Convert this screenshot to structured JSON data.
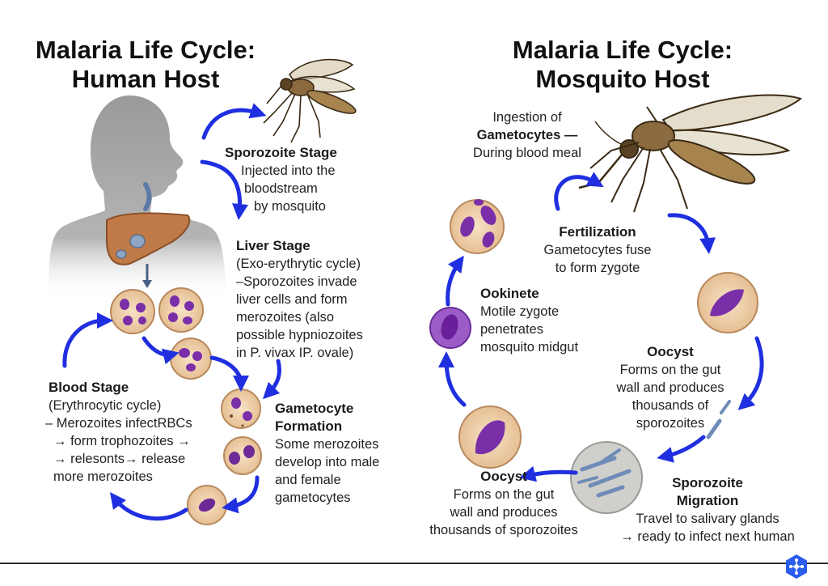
{
  "left_panel": {
    "title_lines": [
      "Malaria Life Cycle:",
      "Human Host"
    ],
    "sporozoite_stage": {
      "heading": "Sporozoite Stage",
      "lines": [
        "Injected into the",
        "bloodstream",
        "by mosquito"
      ]
    },
    "liver_stage": {
      "heading": "Liver Stage",
      "lines": [
        "(Exo-erythrytic cycle)",
        "–Sporozoites invade",
        "liver cells and form",
        "merozoites (also",
        "possible hypniozoites",
        "in P. vivax IP. ovale)"
      ]
    },
    "blood_stage": {
      "heading": "Blood Stage",
      "lines": [
        "(Erythrocytic cycle)",
        "– Merozoites infectRBCs",
        "→ form trophozoites →",
        "→ relesonts→ release",
        "more merozoites"
      ]
    },
    "gametocyte_formation": {
      "heading_lines": [
        "Gametocyte",
        "Formation"
      ],
      "lines": [
        "Some merozoites",
        "develop into male",
        "and female",
        "gametocytes"
      ]
    }
  },
  "right_panel": {
    "title_lines": [
      "Malaria Life Cycle:",
      "Mosquito Host"
    ],
    "ingestion": {
      "lines": [
        "Ingestion of",
        "Gametocytes —",
        "During blood meal"
      ]
    },
    "fertilization": {
      "heading": "Fertilization",
      "lines": [
        "Gametocytes fuse",
        "to form zygote"
      ]
    },
    "ookinete": {
      "heading": "Ookinete",
      "lines": [
        "Motile zygote",
        "penetrates",
        "mosquito midgut"
      ]
    },
    "oocyst_right": {
      "heading": "Oocyst",
      "lines": [
        "Forms on the gut",
        "wall and produces",
        "thousands of",
        "sporozoites"
      ]
    },
    "oocyst_left": {
      "heading": "Oocyst",
      "lines": [
        "Forms on the gut",
        "wall and produces",
        "thousands of sporozoites"
      ]
    },
    "sporozoite_migration": {
      "heading_lines": [
        "Sporozoite",
        "Migration"
      ],
      "lines": [
        "Travel to salivary glands",
        "→ ready to infect next human"
      ]
    }
  },
  "colors": {
    "arrow": "#1f2fe0",
    "cell_fill": "#f2d3b0",
    "cell_edge": "#b8895e",
    "parasite": "#7a2fa8",
    "parasite_dark": "#4b1470",
    "liver": "#c07a48",
    "silhouette": "#a8a8a8",
    "mosquito_body": "#8a6a3e",
    "oocyst_fill": "#c7c7c4"
  },
  "icons": [
    "human-silhouette-icon",
    "liver-icon",
    "mosquito-icon",
    "red-blood-cell-icon",
    "logo-icon"
  ]
}
